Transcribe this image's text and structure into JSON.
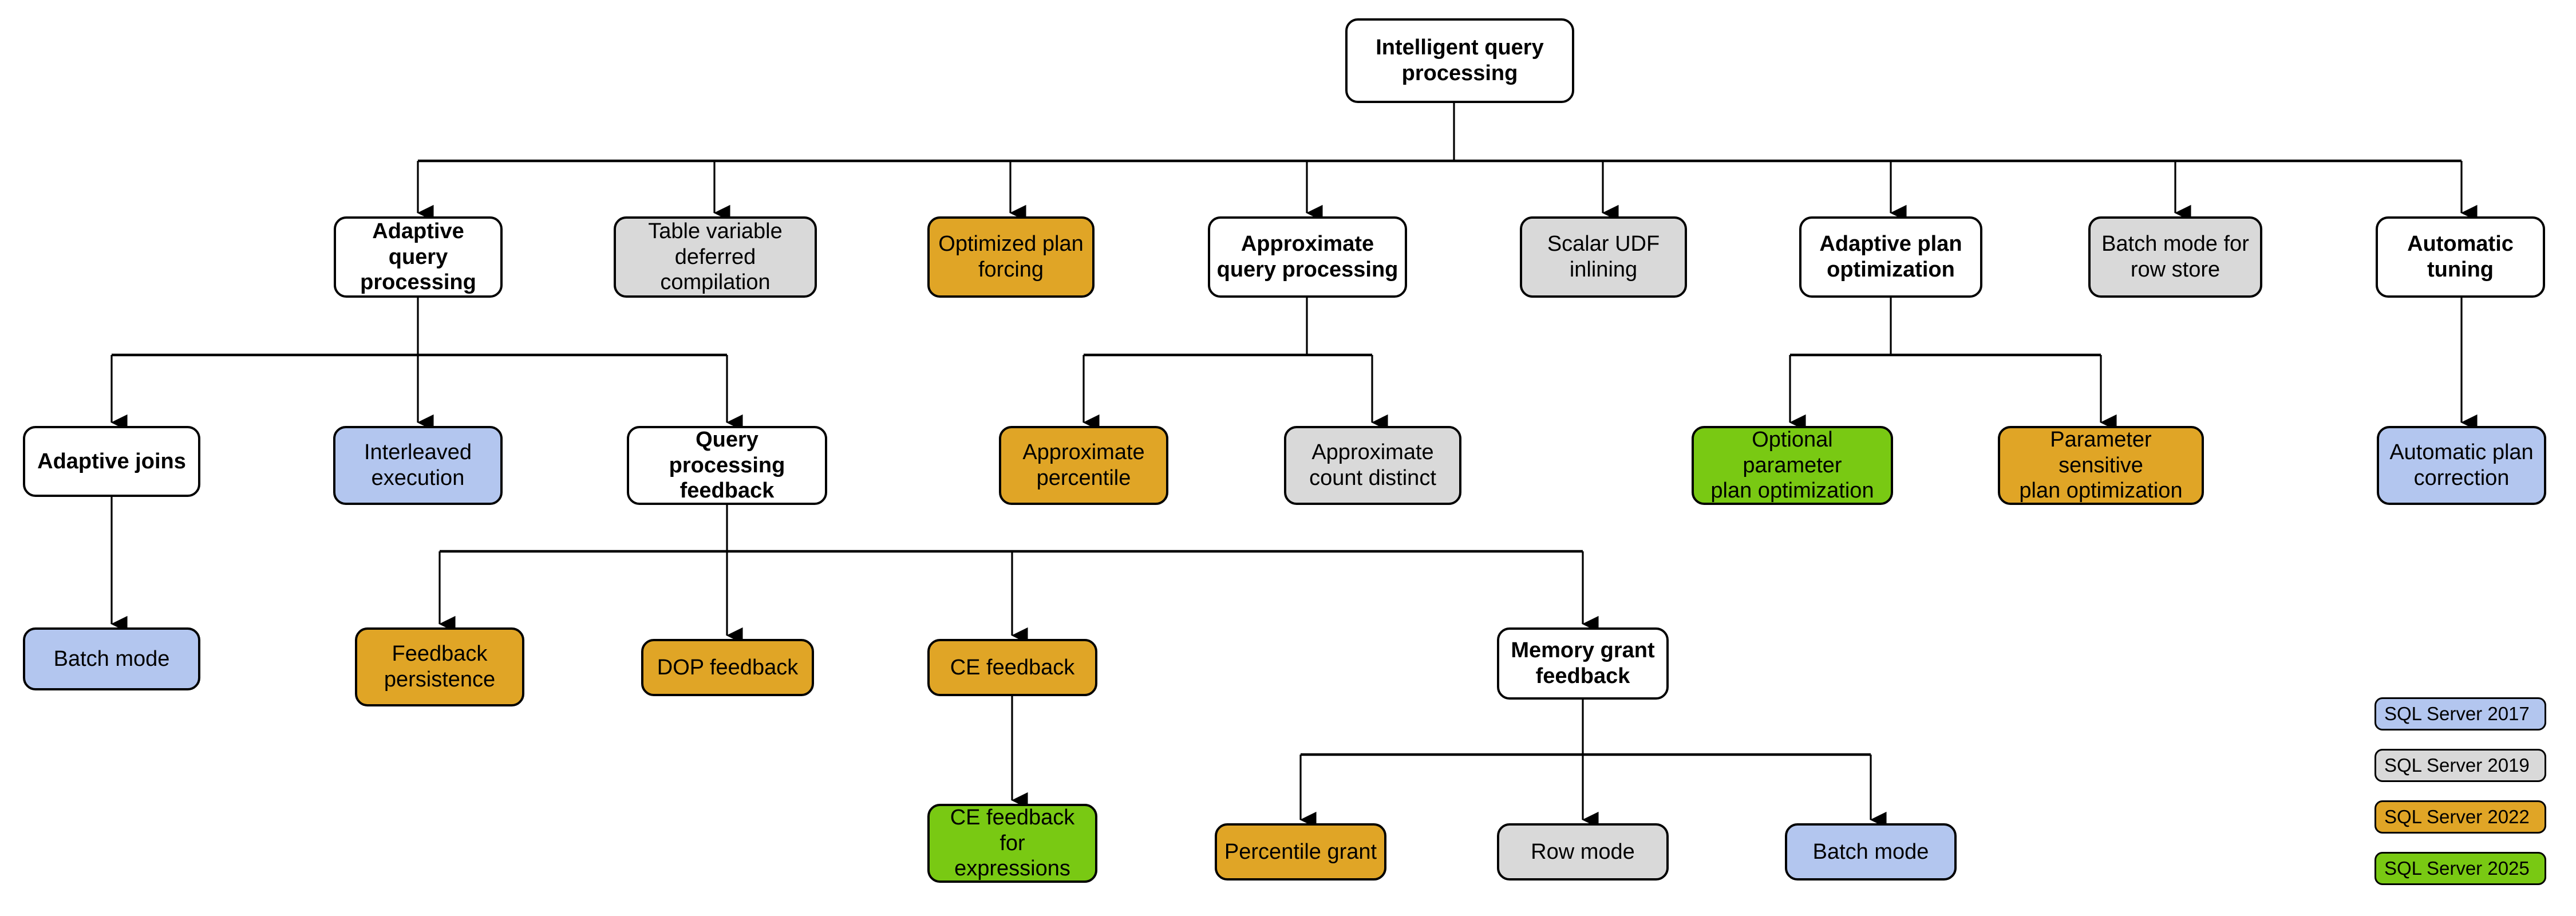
{
  "diagram": {
    "title": "Intelligent query processing",
    "root": {
      "id": "root",
      "label": "Intelligent query processing",
      "fill": "white",
      "bold": true
    },
    "nodes": [
      {
        "id": "adaptive-query-processing",
        "label": "Adaptive query\nprocessing",
        "fill": "white",
        "bold": true,
        "row": 2
      },
      {
        "id": "table-variable-deferred-compilation",
        "label": "Table variable\ndeferred compilation",
        "fill": "gray",
        "bold": false,
        "row": 2
      },
      {
        "id": "optimized-plan-forcing",
        "label": "Optimized plan\nforcing",
        "fill": "orange",
        "bold": false,
        "row": 2
      },
      {
        "id": "approximate-query-processing",
        "label": "Approximate\nquery processing",
        "fill": "white",
        "bold": true,
        "row": 2
      },
      {
        "id": "scalar-udf-inlining",
        "label": "Scalar UDF\ninlining",
        "fill": "gray",
        "bold": false,
        "row": 2
      },
      {
        "id": "adaptive-plan-optimization",
        "label": "Adaptive plan\noptimization",
        "fill": "white",
        "bold": true,
        "row": 2
      },
      {
        "id": "batch-mode-for-row-store",
        "label": "Batch mode for\nrow store",
        "fill": "gray",
        "bold": false,
        "row": 2
      },
      {
        "id": "automatic-tuning",
        "label": "Automatic\ntuning",
        "fill": "white",
        "bold": true,
        "row": 2
      },
      {
        "id": "adaptive-joins",
        "label": "Adaptive joins",
        "fill": "white",
        "bold": true,
        "row": 3
      },
      {
        "id": "interleaved-execution",
        "label": "Interleaved\nexecution",
        "fill": "blue",
        "bold": false,
        "row": 3
      },
      {
        "id": "query-processing-feedback",
        "label": "Query processing\nfeedback",
        "fill": "white",
        "bold": true,
        "row": 3
      },
      {
        "id": "approximate-percentile",
        "label": "Approximate\npercentile",
        "fill": "orange",
        "bold": false,
        "row": 3
      },
      {
        "id": "approximate-count-distinct",
        "label": "Approximate\ncount distinct",
        "fill": "gray",
        "bold": false,
        "row": 3
      },
      {
        "id": "optional-parameter-plan-optimization",
        "label": "Optional parameter\nplan optimization",
        "fill": "green",
        "bold": false,
        "row": 3
      },
      {
        "id": "parameter-sensitive-plan-optimization",
        "label": "Parameter sensitive\nplan optimization",
        "fill": "orange",
        "bold": false,
        "row": 3
      },
      {
        "id": "automatic-plan-correction",
        "label": "Automatic plan\ncorrection",
        "fill": "blue",
        "bold": false,
        "row": 3
      },
      {
        "id": "batch-mode-adaptive",
        "label": "Batch mode",
        "fill": "blue",
        "bold": false,
        "row": 4
      },
      {
        "id": "feedback-persistence",
        "label": "Feedback\npersistence",
        "fill": "orange",
        "bold": false,
        "row": 4
      },
      {
        "id": "dop-feedback",
        "label": "DOP feedback",
        "fill": "orange",
        "bold": false,
        "row": 4
      },
      {
        "id": "ce-feedback",
        "label": "CE feedback",
        "fill": "orange",
        "bold": false,
        "row": 4
      },
      {
        "id": "memory-grant-feedback",
        "label": "Memory grant\nfeedback",
        "fill": "white",
        "bold": true,
        "row": 4
      },
      {
        "id": "ce-feedback-for-expressions",
        "label": "CE feedback for\nexpressions",
        "fill": "green",
        "bold": false,
        "row": 5
      },
      {
        "id": "percentile-grant",
        "label": "Percentile grant",
        "fill": "orange",
        "bold": false,
        "row": 5
      },
      {
        "id": "row-mode",
        "label": "Row mode",
        "fill": "gray",
        "bold": false,
        "row": 5
      },
      {
        "id": "batch-mode-memory-grant",
        "label": "Batch mode",
        "fill": "blue",
        "bold": false,
        "row": 5
      }
    ],
    "legend": {
      "items": [
        {
          "id": "legend-sql-server-2017",
          "label": "SQL Server 2017",
          "fill": "blue"
        },
        {
          "id": "legend-sql-server-2019",
          "label": "SQL Server 2019",
          "fill": "gray"
        },
        {
          "id": "legend-sql-server-2022",
          "label": "SQL Server 2022",
          "fill": "orange"
        },
        {
          "id": "legend-sql-server-2025",
          "label": "SQL Server 2025",
          "fill": "green"
        }
      ]
    },
    "colors": {
      "blue": "#b3c6ef",
      "gray": "#d9d9d9",
      "orange": "#e0a526",
      "green": "#79c913",
      "white": "#ffffff",
      "stroke": "#000000"
    }
  }
}
